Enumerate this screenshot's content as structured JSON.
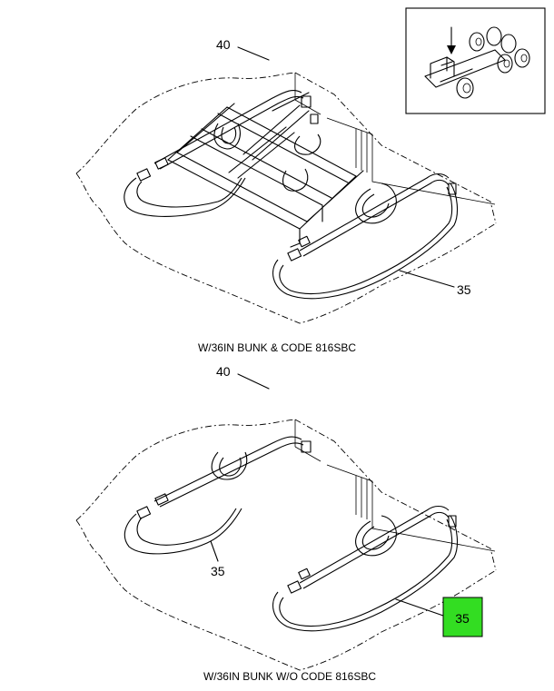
{
  "callouts": {
    "top_cover_ref": "40",
    "top_strap_ref": "35",
    "bottom_cover_ref": "40",
    "bottom_strap_left_ref": "35",
    "bottom_strap_right_ref": "35"
  },
  "captions": {
    "top": "W/36IN BUNK & CODE 816SBC",
    "bottom": "W/36IN BUNK W/O CODE 816SBC"
  },
  "colors": {
    "highlight": "#33dd22"
  }
}
